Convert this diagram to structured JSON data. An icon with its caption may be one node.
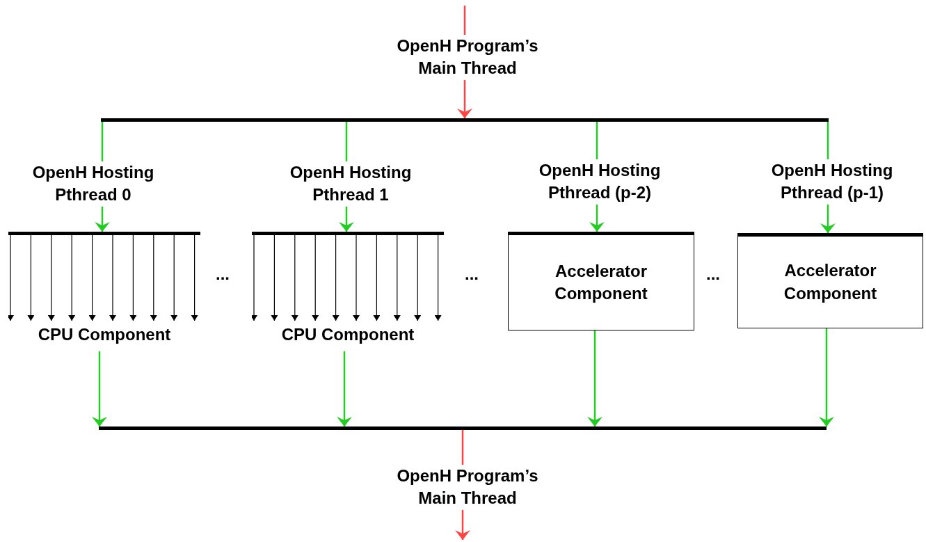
{
  "diagram": {
    "nodes": [
      {
        "text": [],
        "shape": "bar"
      },
      {
        "text": [
          "CPU Component"
        ]
      },
      {
        "text": [
          "CPU Component"
        ]
      },
      {
        "text": [
          "Accelerator Component"
        ]
      },
      {
        "text": [
          "Accelerator Component"
        ]
      },
      {
        "text": [],
        "shape": "bar"
      }
    ],
    "edges": [
      {
        "from": null,
        "to": 0,
        "arrow": "to",
        "label": "OpenH Program’s Main Thread",
        "color": "#ff4444"
      },
      {
        "from": 0,
        "to": 1,
        "arrow": "to",
        "label": "OpenH Hosting Pthread 0"
      },
      {
        "from": 0,
        "to": 2,
        "arrow": "to",
        "label": "OpenH Hosting Pthread 1"
      },
      {
        "from": 0,
        "to": 3,
        "arrow": "to",
        "label": "OpenH Hosting Pthread (p-2)"
      },
      {
        "from": 0,
        "to": 4,
        "arrow": "to",
        "label": "OpenH Hosting Pthread (p-1)"
      },
      {
        "from": 1,
        "to": 5,
        "arrow": "to"
      },
      {
        "from": 2,
        "to": 5,
        "arrow": "to"
      },
      {
        "from": 3,
        "to": 5,
        "arrow": "to"
      },
      {
        "from": 4,
        "to": 5,
        "arrow": "to"
      },
      {
        "from": 5,
        "to": null,
        "arrow": "to",
        "label": "OpenH Program’s Main Thread",
        "color": "#ff4444"
      }
    ],
    "labels": [
      "...",
      "...",
      "..."
    ]
  }
}
